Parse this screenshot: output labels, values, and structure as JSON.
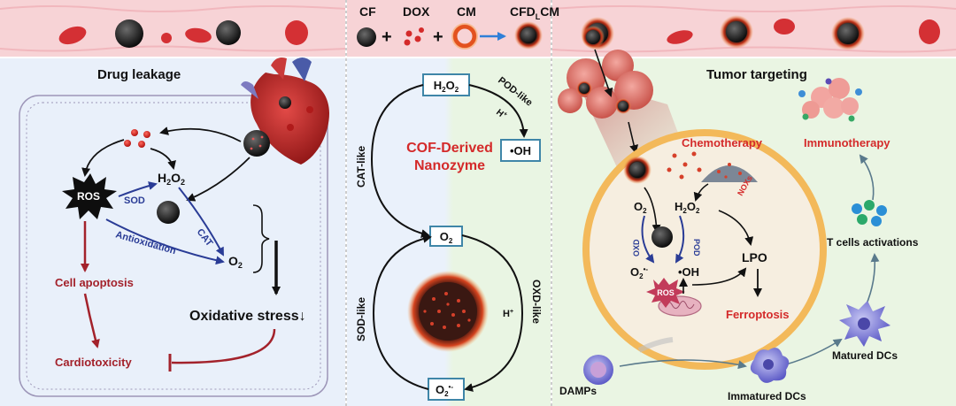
{
  "legend": {
    "cf": "CF",
    "dox": "DOX",
    "cm": "CM",
    "cfdcm": "CFD",
    "cfdcm_sub": "L",
    "cfdcm_tail": "CM"
  },
  "left_panel": {
    "title": "Drug leakage",
    "ros": "ROS",
    "sod": "SOD",
    "cat": "CAT",
    "antioxidation": "Antioxidation",
    "h2o2": "H",
    "h2o2_tail": "O",
    "o2": "O",
    "cell_apoptosis": "Cell apoptosis",
    "cardiotoxicity": "Cardiotoxicity",
    "oxidative_stress": "Oxidative stress↓"
  },
  "middle_panel": {
    "h2o2": "H",
    "o2": "O",
    "o2_radical": "O",
    "oh": "•OH",
    "pod_like": "POD-like",
    "cat_like": "CAT-like",
    "sod_like": "SOD-like",
    "oxd_like": "OXD-like",
    "h_plus": "H",
    "title_line1": "COF-Derived",
    "title_line2": "Nanozyme"
  },
  "right_panel": {
    "title": "Tumor targeting",
    "chemotherapy": "Chemotherapy",
    "nox": "NOXs",
    "o2": "O",
    "h2o2": "H",
    "oxd": "OXD",
    "pod": "POD",
    "o2_radical": "O",
    "oh": "•OH",
    "lpo": "LPO",
    "ros": "ROS",
    "ferroptosis": "Ferroptosis",
    "immunotherapy": "Immunotherapy",
    "t_cells": "T cells activations",
    "matured": "Matured DCs",
    "immatured": "Immatured DCs",
    "damps": "DAMPs"
  },
  "colors": {
    "accent_red": "#d42a2a",
    "enzyme_blue": "#2a3c96",
    "maroon": "#a3222b",
    "vessel": "#f7d3d6"
  }
}
